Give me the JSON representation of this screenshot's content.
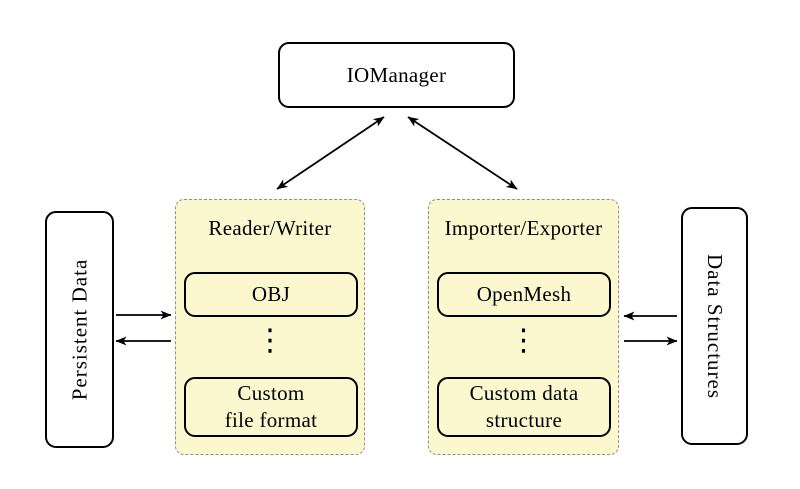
{
  "diagram": {
    "colors": {
      "background": "#FFFFFF",
      "group_fill": "#FBF8D0",
      "group_border_dashed": "#8F8F8F",
      "node_border": "#000000",
      "node_fill": "#FFFFFF",
      "arrow": "#000000",
      "text": "#000000"
    },
    "nodes": {
      "iomanager": {
        "label": "IOManager"
      },
      "persistent_data": {
        "label": "Persistent Data"
      },
      "data_structures": {
        "label": "Data Structures"
      },
      "reader_writer": {
        "label": "Reader/Writer",
        "ellipsis": "⋮",
        "items": [
          {
            "label": "OBJ"
          },
          {
            "label": "Custom\nfile format"
          }
        ]
      },
      "importer_exporter": {
        "label": "Importer/Exporter",
        "ellipsis": "⋮",
        "items": [
          {
            "label": "OpenMesh"
          },
          {
            "label": "Custom data\nstructure"
          }
        ]
      }
    },
    "edges": [
      {
        "from": "IOManager",
        "to": "Reader/Writer",
        "bidirectional": true
      },
      {
        "from": "IOManager",
        "to": "Importer/Exporter",
        "bidirectional": true
      },
      {
        "from": "Persistent Data",
        "to": "Reader/Writer",
        "bidirectional": false
      },
      {
        "from": "Reader/Writer",
        "to": "Persistent Data",
        "bidirectional": false
      },
      {
        "from": "Data Structures",
        "to": "Importer/Exporter",
        "bidirectional": false
      },
      {
        "from": "Importer/Exporter",
        "to": "Data Structures",
        "bidirectional": false
      }
    ]
  }
}
